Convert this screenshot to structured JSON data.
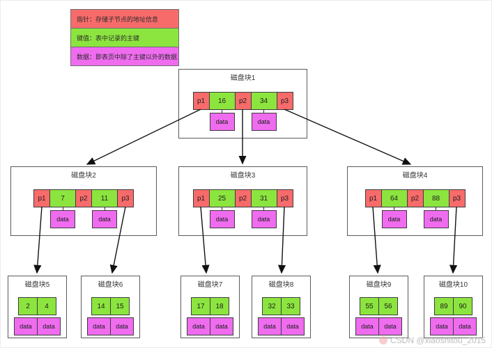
{
  "legend": {
    "items": [
      {
        "label": "指针：存储子节点的地址信息",
        "type": "pointer"
      },
      {
        "label": "键值：表中记录的主键",
        "type": "key"
      },
      {
        "label": "数据：即表页中除了主键以外的数据",
        "type": "data"
      }
    ]
  },
  "labels": {
    "data": "data"
  },
  "colors": {
    "pointer": "#F86B6B",
    "key": "#8CE53F",
    "data": "#EF6CEF"
  },
  "tree": {
    "root": {
      "title": "磁盘块1",
      "pointers": [
        "p1",
        "p2",
        "p3"
      ],
      "keys": [
        "16",
        "34"
      ]
    },
    "level2": [
      {
        "title": "磁盘块2",
        "pointers": [
          "p1",
          "p2",
          "p3"
        ],
        "keys": [
          "7",
          "11"
        ]
      },
      {
        "title": "磁盘块3",
        "pointers": [
          "p1",
          "p2",
          "p3"
        ],
        "keys": [
          "25",
          "31"
        ]
      },
      {
        "title": "磁盘块4",
        "pointers": [
          "p1",
          "p2",
          "p3"
        ],
        "keys": [
          "64",
          "88"
        ]
      }
    ],
    "leaves": [
      {
        "title": "磁盘块5",
        "keys": [
          "2",
          "4"
        ]
      },
      {
        "title": "磁盘块6",
        "keys": [
          "14",
          "15"
        ]
      },
      {
        "title": "磁盘块7",
        "keys": [
          "17",
          "18"
        ]
      },
      {
        "title": "磁盘块8",
        "keys": [
          "32",
          "33"
        ]
      },
      {
        "title": "磁盘块9",
        "keys": [
          "55",
          "56"
        ]
      },
      {
        "title": "磁盘块10",
        "keys": [
          "89",
          "90"
        ]
      }
    ]
  },
  "watermark": {
    "text": "CSDN @xiaoshitou_2015"
  }
}
